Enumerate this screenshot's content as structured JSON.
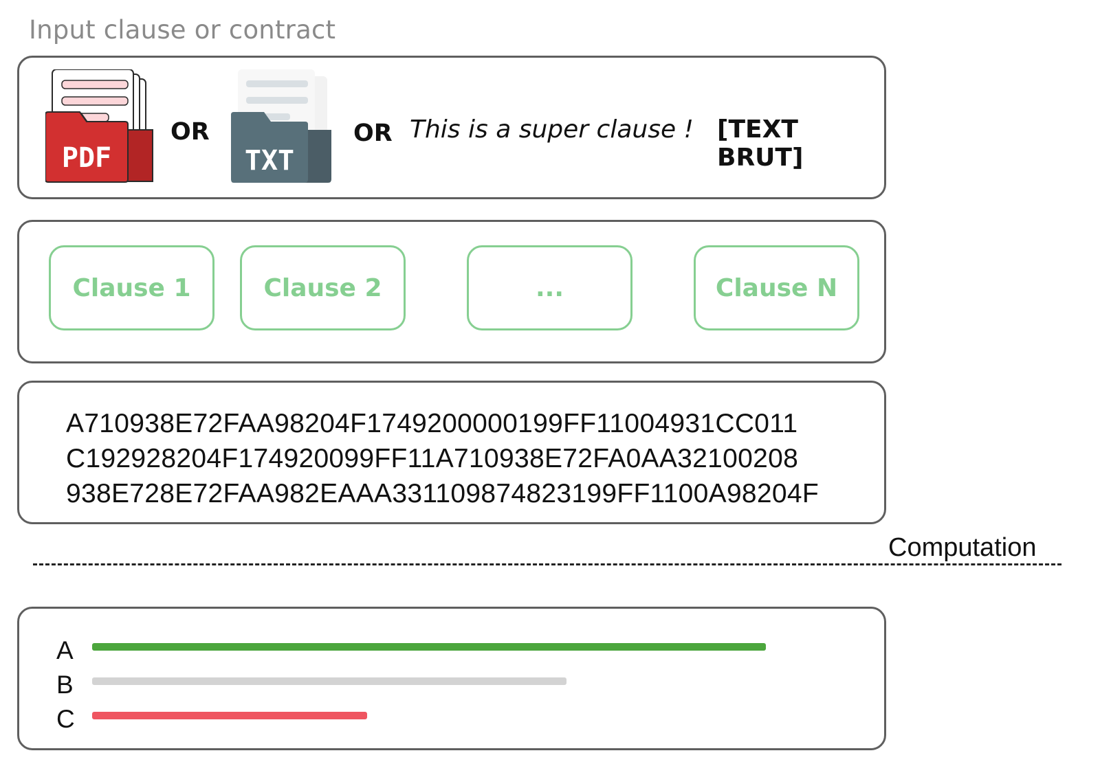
{
  "heading": "Input clause or contract",
  "input": {
    "pdf_icon_label": "PDF",
    "txt_icon_label": "TXT",
    "or_1": "OR",
    "or_2": "OR",
    "sample_text": "This is a super clause !",
    "raw_text_tag": "[TEXT BRUT]"
  },
  "clauses": [
    "Clause 1",
    "Clause 2",
    "...",
    "Clause N"
  ],
  "hash_lines": [
    "A710938E72FAA98204F1749200000199FF11004931CC011",
    "C192928204F174920099FF11A710938E72FA0AA32100208",
    "938E728E72FAA982EAAA33110987482319 9FF1100A98204F"
  ],
  "computation_label": "Computation",
  "results": [
    {
      "label": "A",
      "level": 0.98,
      "color": "#4ca63d"
    },
    {
      "label": "B",
      "level": 0.69,
      "color": "#d3d3d3"
    },
    {
      "label": "C",
      "level": 0.4,
      "color": "#ef5560"
    }
  ],
  "colors": {
    "box_border": "#5f5f5f",
    "clause_green": "#86cf91",
    "heading_gray": "#8a8a8a",
    "pdf_red": "#d23030",
    "txt_slate": "#58707a"
  }
}
